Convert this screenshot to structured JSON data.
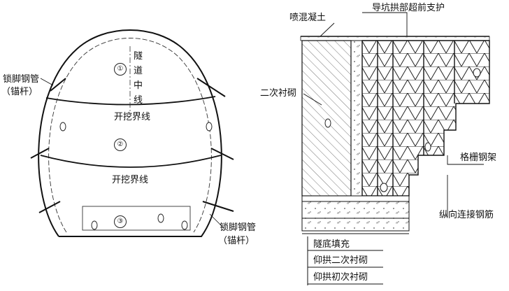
{
  "left_section": {
    "labels": {
      "center_line": "隧道中线",
      "excavation_line_upper": "开挖界线",
      "excavation_line_lower": "开挖界线",
      "lock_pipe_left": "锁脚钢管",
      "lock_pipe_left_sub": "（锚杆）",
      "lock_pipe_right": "锁脚钢管",
      "lock_pipe_right_sub": "（锚杆）"
    },
    "parts": [
      "①",
      "②",
      "③"
    ]
  },
  "right_section": {
    "labels": {
      "shotcrete": "喷混凝土",
      "advance_support": "导坑拱部超前支护",
      "secondary_lining": "二次衬砌",
      "steel_grid_frame": "格栅钢架",
      "longitudinal_rebar": "纵向连接钢筋",
      "invert_fill": "隧底填充",
      "invert_secondary_lining": "仰拱二次衬砌",
      "invert_primary_lining": "仰拱初次衬砌"
    }
  }
}
